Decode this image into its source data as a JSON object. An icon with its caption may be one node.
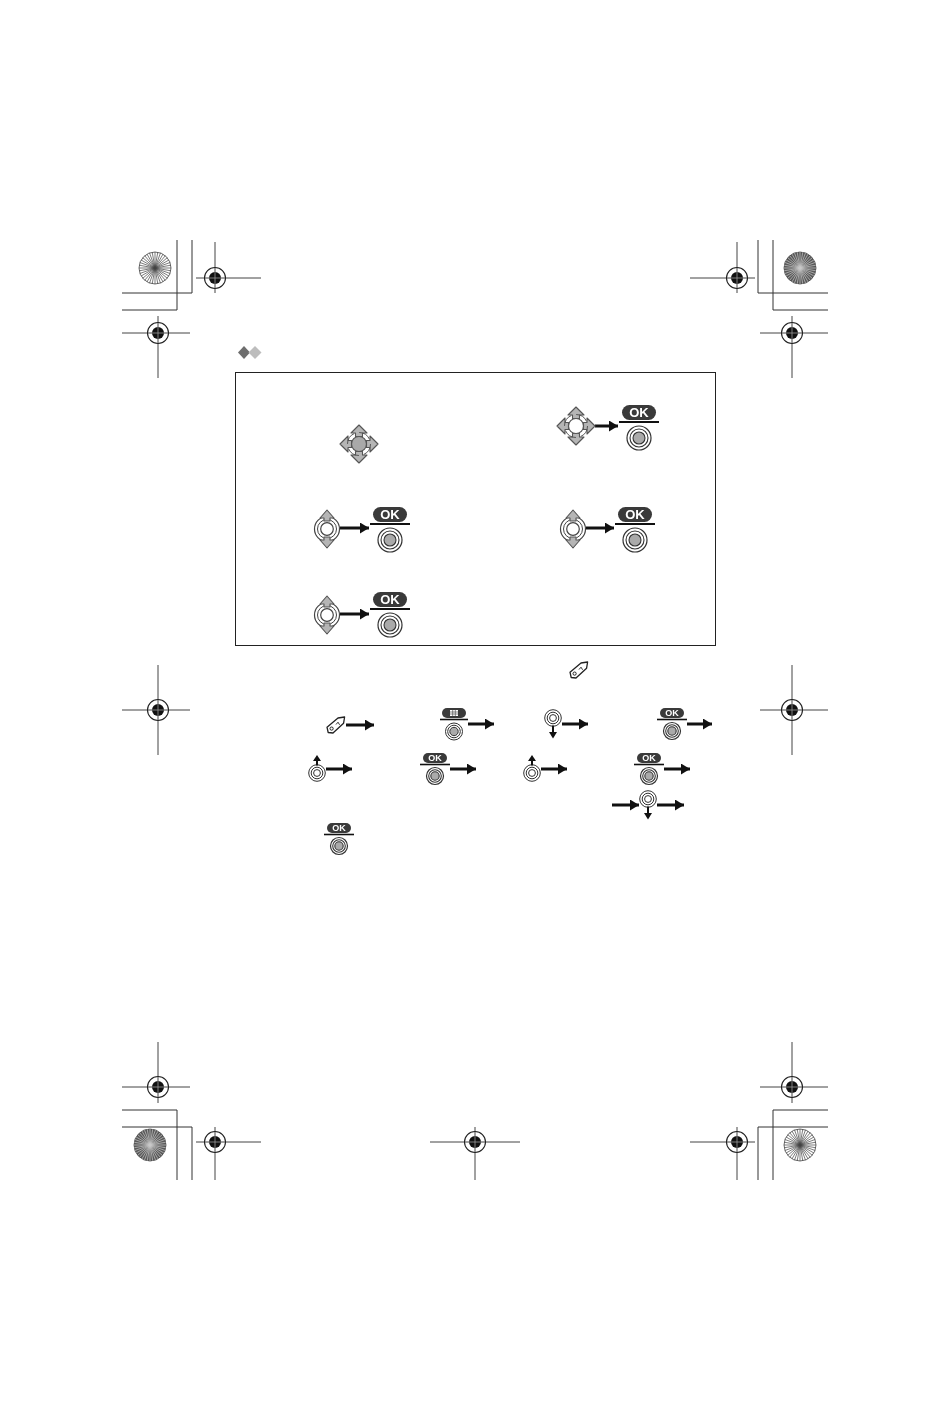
{
  "diagram": {
    "nodes": [
      {
        "text": [],
        "shape": "box"
      },
      {
        "text": [],
        "shape": "picture",
        "in": 0
      },
      {
        "text": [],
        "shape": "picture",
        "in": 0
      },
      {
        "text": [
          "OK"
        ],
        "in": 0
      },
      {
        "text": [],
        "shape": "picture",
        "in": 0
      },
      {
        "text": [
          "OK"
        ],
        "in": 0
      },
      {
        "text": [],
        "shape": "picture",
        "in": 0
      },
      {
        "text": [
          "OK"
        ],
        "in": 0
      },
      {
        "text": [],
        "shape": "picture",
        "in": 0
      },
      {
        "text": [
          "OK"
        ],
        "in": 0
      },
      {
        "text": [],
        "shape": "picture"
      },
      {
        "text": [],
        "shape": "picture"
      },
      {
        "text": [],
        "shape": "picture"
      },
      {
        "text": [],
        "shape": "picture"
      },
      {
        "text": [
          "OK"
        ]
      },
      {
        "text": [],
        "shape": "picture"
      },
      {
        "text": [
          "OK"
        ]
      },
      {
        "text": [],
        "shape": "picture"
      },
      {
        "text": [
          "OK"
        ]
      },
      {
        "text": [],
        "shape": "picture"
      },
      {
        "text": [
          "OK"
        ]
      }
    ],
    "edges": [
      {
        "from": 2,
        "to": 3,
        "arrow": "to"
      },
      {
        "from": 4,
        "to": 5,
        "arrow": "to"
      },
      {
        "from": 6,
        "to": 7,
        "arrow": "to"
      },
      {
        "from": 8,
        "to": 9,
        "arrow": "to"
      },
      {
        "from": 11,
        "to": null,
        "arrow": "to"
      },
      {
        "from": 12,
        "to": null,
        "arrow": "to"
      },
      {
        "from": 13,
        "to": null,
        "arrow": "to"
      },
      {
        "from": 14,
        "to": null,
        "arrow": "to"
      },
      {
        "from": 15,
        "to": null,
        "arrow": "to"
      },
      {
        "from": 16,
        "to": null,
        "arrow": "to"
      },
      {
        "from": 17,
        "to": null,
        "arrow": "to"
      },
      {
        "from": 18,
        "to": null,
        "arrow": "to"
      },
      {
        "from": null,
        "to": 19,
        "arrow": "to"
      },
      {
        "from": 19,
        "to": null,
        "arrow": "to"
      }
    ]
  }
}
